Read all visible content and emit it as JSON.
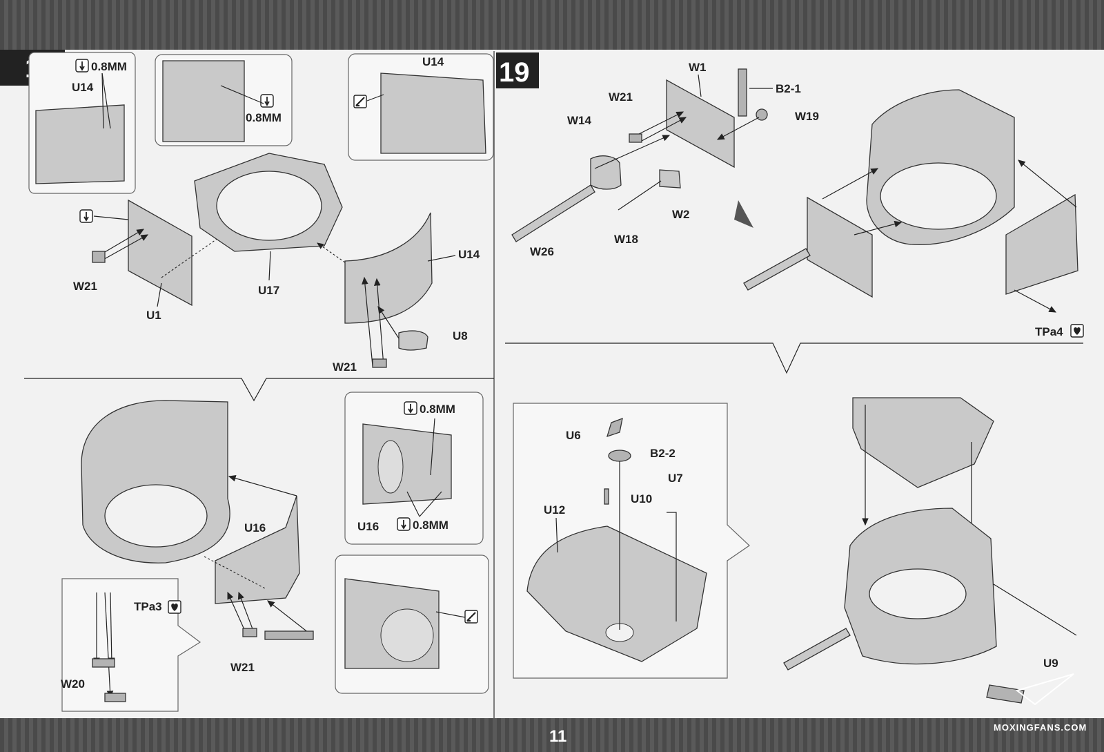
{
  "page": {
    "number": "11",
    "watermark": "MOXINGFANS.COM"
  },
  "step18": {
    "number": "18",
    "thickness_a": "0.8MM",
    "thickness_b": "0.8MM",
    "thickness_c": "0.8MM",
    "thickness_d": "0.8MM",
    "labels": {
      "u14_a": "U14",
      "u14_b": "U14",
      "u14_c": "U14",
      "w21_a": "W21",
      "w21_b": "W21",
      "w21_c": "W21",
      "u1": "U1",
      "u17": "U17",
      "u8": "U8",
      "u16_a": "U16",
      "u16_b": "U16",
      "tpa3": "TPa3",
      "w20": "W20"
    }
  },
  "step19": {
    "number": "19",
    "labels": {
      "w1": "W1",
      "b2_1": "B2-1",
      "w21": "W21",
      "w19": "W19",
      "w14": "W14",
      "w2": "W2",
      "w18": "W18",
      "w26": "W26",
      "tpa4": "TPa4",
      "u6": "U6",
      "b2_2": "B2-2",
      "u7": "U7",
      "u10": "U10",
      "u12": "U12",
      "u9": "U9"
    }
  },
  "icons": [
    "drill-icon",
    "cut-icon",
    "glue-icon"
  ]
}
